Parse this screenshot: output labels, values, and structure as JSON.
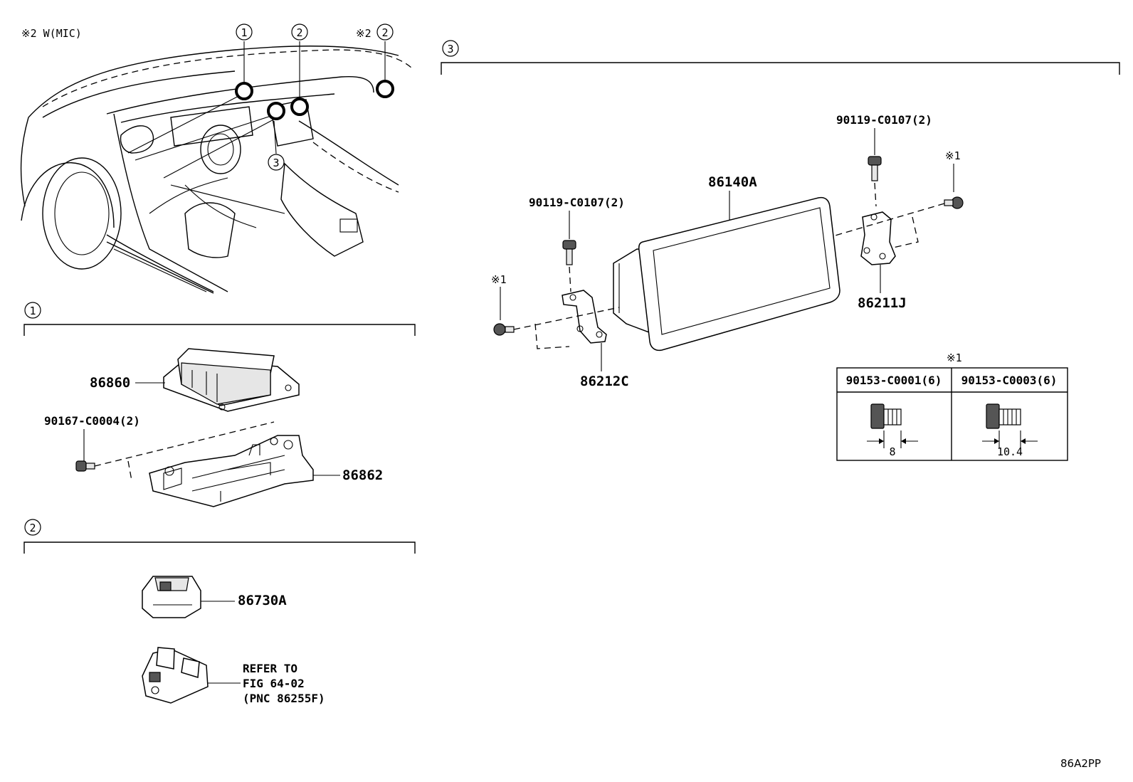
{
  "notes": {
    "w_mic": "※2 W(MIC)",
    "star2": "※2",
    "star1_a": "※1",
    "star1_b": "※1",
    "star1_table": "※1"
  },
  "callouts": {
    "overview_1": "1",
    "overview_2a": "2",
    "overview_2b": "2",
    "overview_3": "3",
    "section_1": "1",
    "section_2": "2",
    "section_3": "3"
  },
  "parts": {
    "p86860": "86860",
    "p90167": "90167-C0004(2)",
    "p86862": "86862",
    "p86730a": "86730A",
    "refer_line1": "REFER TO",
    "refer_line2": "FIG 64-02",
    "refer_line3": "(PNC 86255F)",
    "p86140a": "86140A",
    "p90119_left": "90119-C0107(2)",
    "p90119_right": "90119-C0107(2)",
    "p86211j": "86211J",
    "p86212c": "86212C"
  },
  "bolt_table": {
    "col1_header": "90153-C0001(6)",
    "col2_header": "90153-C0003(6)",
    "col1_dim": "8",
    "col2_dim": "10.4"
  },
  "figure_code": "86A2PP"
}
